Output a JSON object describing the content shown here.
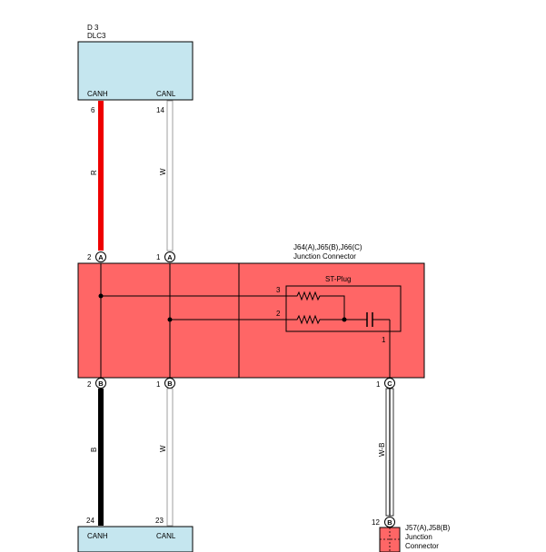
{
  "dlc_top": {
    "code": "D 3",
    "name": "DLC3",
    "term_canh": "CANH",
    "term_canl": "CANL",
    "pin_canh": "6",
    "pin_canl": "14"
  },
  "dlc_bottom": {
    "term_canh": "CANH",
    "term_canl": "CANL",
    "pin_canh": "24",
    "pin_canl": "23"
  },
  "junction": {
    "title": "J64(A),J65(B),J66(C)",
    "subtitle": "Junction Connector",
    "plug_label": "ST-Plug",
    "plug_pin_upper": "3",
    "plug_pin_lower": "2",
    "plug_pin_cap": "1",
    "top_left_pin": "2",
    "top_left_conn": "A",
    "top_mid_pin": "1",
    "top_mid_conn": "A",
    "bot_left_pin": "2",
    "bot_left_conn": "B",
    "bot_mid_pin": "1",
    "bot_mid_conn": "B",
    "bot_right_pin": "1",
    "bot_right_conn": "C"
  },
  "junction_small": {
    "title": "J57(A),J58(B)",
    "line1": "Junction",
    "line2": "Connector",
    "pin": "12",
    "conn": "B"
  },
  "wires": {
    "upper_canh_color": "R",
    "upper_canl_color": "W",
    "lower_canh_color": "B",
    "lower_canl_color": "W",
    "right_color": "W-B"
  },
  "colors": {
    "connector_fill": "#c5e6ef",
    "junction_fill": "#ff6666",
    "wire_red": "#ee0000",
    "wire_black": "#000000"
  }
}
